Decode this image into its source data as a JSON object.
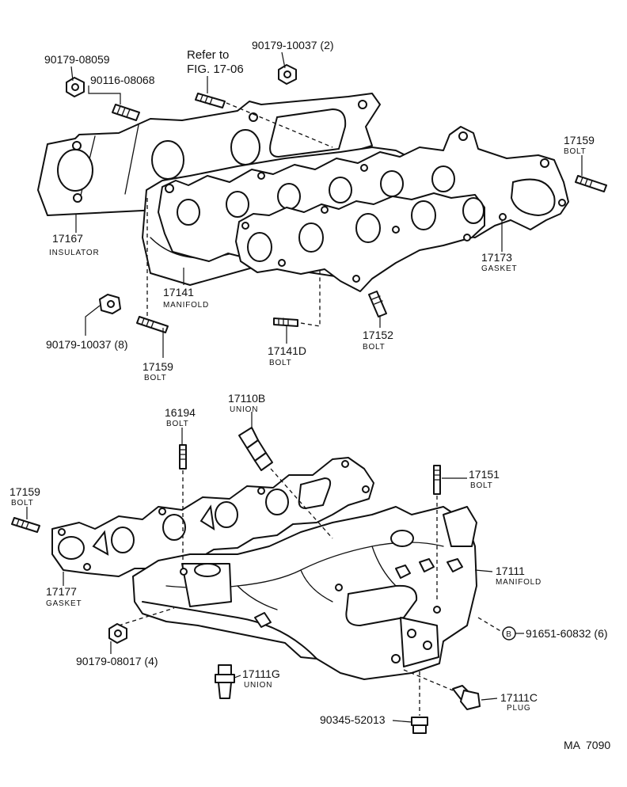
{
  "labels": {
    "ref_line1": "Refer to",
    "ref_line2": "FIG. 17-06",
    "p_90179_08059": "90179-08059",
    "p_90116_08068": "90116-08068",
    "p_90179_10037_2": "90179-10037 (2)",
    "p_17159_a": "17159",
    "n_bolt_a": "BOLT",
    "p_17167": "17167",
    "n_insulator": "INSULATOR",
    "p_17173": "17173",
    "n_gasket_a": "GASKET",
    "p_17141": "17141",
    "n_manifold_a": "MANIFOLD",
    "p_90179_10037_8": "90179-10037 (8)",
    "p_17159_b": "17159",
    "n_bolt_b": "BOLT",
    "p_17141d": "17141D",
    "n_bolt_c": "BOLT",
    "p_17152": "17152",
    "n_bolt_d": "BOLT",
    "p_17110b": "17110B",
    "n_union_a": "UNION",
    "p_16194": "16194",
    "n_bolt_e": "BOLT",
    "p_17151": "17151",
    "n_bolt_f": "BOLT",
    "p_17159_c": "17159",
    "n_bolt_g": "BOLT",
    "p_17111": "17111",
    "n_manifold_b": "MANIFOLD",
    "p_17177": "17177",
    "n_gasket_b": "GASKET",
    "mark_b": "B",
    "p_91651_60832": "91651-60832 (6)",
    "p_90179_08017": "90179-08017 (4)",
    "p_17111g": "17111G",
    "n_union_b": "UNION",
    "p_17111c": "17111C",
    "n_plug": "PLUG",
    "p_90345_52013": "90345-52013",
    "figure_code": "MA  7090"
  }
}
